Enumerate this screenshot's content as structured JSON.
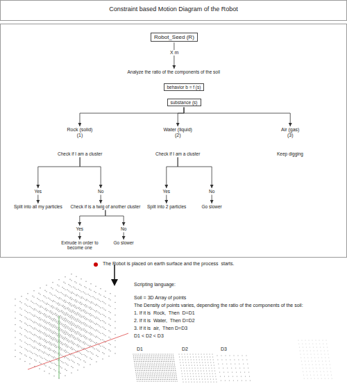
{
  "diagram": {
    "title": "Constraint based Motion Diagram of the Robot",
    "nodes": [
      {
        "text": [
          "Robot_Seed (R)"
        ]
      },
      {
        "text": [
          "Analyze the ratio of the components of the soil"
        ]
      },
      {
        "text": [
          "behavior b = f (s)"
        ]
      },
      {
        "text": [
          "substance (s)"
        ]
      },
      {
        "text": [
          "Rock (solid)",
          "(1)"
        ]
      },
      {
        "text": [
          "Water (liquid)",
          "(2)"
        ]
      },
      {
        "text": [
          "Air (gas)",
          "(3)"
        ]
      },
      {
        "text": [
          "Check if I am a cluster"
        ]
      },
      {
        "text": [
          "Check if I am a cluster"
        ]
      },
      {
        "text": [
          "Keep digging"
        ]
      },
      {
        "text": [
          "Yes"
        ]
      },
      {
        "text": [
          "No"
        ]
      },
      {
        "text": [
          "Split into all my particles"
        ]
      },
      {
        "text": [
          "Check if is a twig of another cluster"
        ]
      },
      {
        "text": [
          "Yes"
        ]
      },
      {
        "text": [
          "No"
        ]
      },
      {
        "text": [
          "Extrude in order to become one"
        ]
      },
      {
        "text": [
          "Go slower"
        ]
      },
      {
        "text": [
          "Yes"
        ]
      },
      {
        "text": [
          "No"
        ]
      },
      {
        "text": [
          "Split into 2 particles"
        ]
      },
      {
        "text": [
          "Go slower"
        ]
      }
    ],
    "edges": [
      {
        "from": 0,
        "to": 1,
        "label": "X m",
        "arrow": "to"
      },
      {
        "from": 3,
        "to": 4,
        "arrow": "to"
      },
      {
        "from": 3,
        "to": 5,
        "arrow": "to"
      },
      {
        "from": 3,
        "to": 6,
        "arrow": "to"
      },
      {
        "from": 7,
        "to": 10,
        "arrow": "to"
      },
      {
        "from": 7,
        "to": 11,
        "arrow": "to"
      },
      {
        "from": 8,
        "to": 18,
        "arrow": "to"
      },
      {
        "from": 8,
        "to": 19,
        "arrow": "to"
      },
      {
        "from": 10,
        "to": 12,
        "arrow": "to"
      },
      {
        "from": 11,
        "to": 13,
        "arrow": "to"
      },
      {
        "from": 13,
        "to": 14,
        "arrow": "to"
      },
      {
        "from": 13,
        "to": 15,
        "arrow": "to"
      },
      {
        "from": 14,
        "to": 16,
        "arrow": "to"
      },
      {
        "from": 15,
        "to": 17,
        "arrow": "to"
      },
      {
        "from": 18,
        "to": 20,
        "arrow": "to"
      },
      {
        "from": 19,
        "to": 21,
        "arrow": "to"
      }
    ],
    "labels": [
      "The Robot is placed on earth surface and the process  starts.",
      "Scripting language:",
      "Soil = 3D Array of points",
      "The Density of points varies, depending the ratio of the components of the soil:",
      "1. If it is  Rock,  Then  D=D1",
      "2. If it is  Water,  Then D=D2",
      "3. If it is  air,  Then D=D3",
      "D1 < D2 < D3",
      "D1",
      "D2",
      "D3"
    ]
  }
}
